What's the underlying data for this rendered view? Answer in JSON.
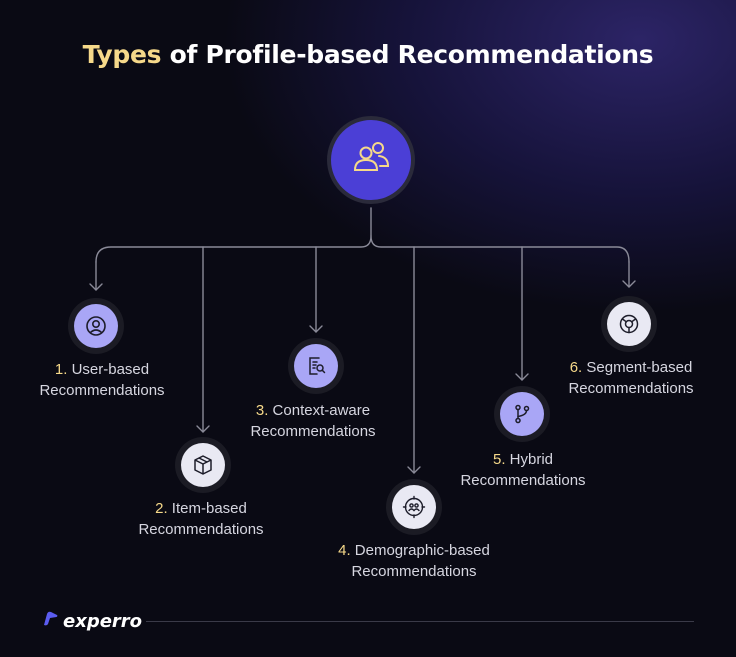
{
  "title": {
    "highlight": "Types",
    "rest": " of Profile-based Recommendations"
  },
  "hub": {
    "icon": "users-icon"
  },
  "items": [
    {
      "num": "1.",
      "line1": " User-based",
      "line2": "Recommendations",
      "icon": "user-circle-icon"
    },
    {
      "num": "2.",
      "line1": " Item-based",
      "line2": "Recommendations",
      "icon": "box-icon"
    },
    {
      "num": "3.",
      "line1": " Context-aware",
      "line2": "Recommendations",
      "icon": "document-search-icon"
    },
    {
      "num": "4.",
      "line1": " Demographic-based",
      "line2": "Recommendations",
      "icon": "demographic-target-icon"
    },
    {
      "num": "5.",
      "line1": " Hybrid",
      "line2": "Recommendations",
      "icon": "branch-icon"
    },
    {
      "num": "6.",
      "line1": " Segment-based",
      "line2": "Recommendations",
      "icon": "segment-ring-icon"
    }
  ],
  "brand": {
    "name": "experro",
    "icon": "experro-logo-icon"
  },
  "colors": {
    "accent": "#f6d98a",
    "hub": "#4b3fd6",
    "violet": "#a9a6f6",
    "line": "#8a8a98"
  }
}
